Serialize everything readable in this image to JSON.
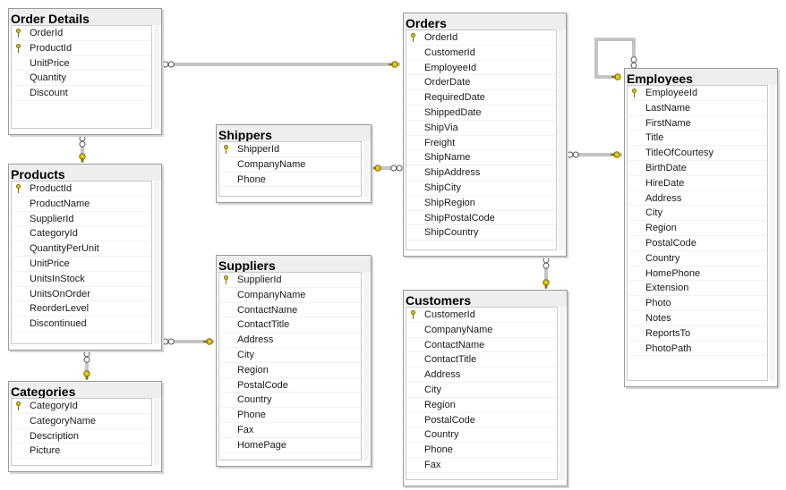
{
  "tables": {
    "order_details": {
      "name": "Order Details",
      "columns": [
        {
          "label": "OrderId",
          "pk": true
        },
        {
          "label": "ProductId",
          "pk": true
        },
        {
          "label": "UnitPrice",
          "pk": false
        },
        {
          "label": "Quantity",
          "pk": false
        },
        {
          "label": "Discount",
          "pk": false
        }
      ]
    },
    "orders": {
      "name": "Orders",
      "columns": [
        {
          "label": "OrderId",
          "pk": true
        },
        {
          "label": "CustomerId",
          "pk": false
        },
        {
          "label": "EmployeeId",
          "pk": false
        },
        {
          "label": "OrderDate",
          "pk": false
        },
        {
          "label": "RequiredDate",
          "pk": false
        },
        {
          "label": "ShippedDate",
          "pk": false
        },
        {
          "label": "ShipVia",
          "pk": false
        },
        {
          "label": "Freight",
          "pk": false
        },
        {
          "label": "ShipName",
          "pk": false
        },
        {
          "label": "ShipAddress",
          "pk": false
        },
        {
          "label": "ShipCity",
          "pk": false
        },
        {
          "label": "ShipRegion",
          "pk": false
        },
        {
          "label": "ShipPostalCode",
          "pk": false
        },
        {
          "label": "ShipCountry",
          "pk": false
        }
      ]
    },
    "employees": {
      "name": "Employees",
      "columns": [
        {
          "label": "EmployeeId",
          "pk": true
        },
        {
          "label": "LastName",
          "pk": false
        },
        {
          "label": "FirstName",
          "pk": false
        },
        {
          "label": "Title",
          "pk": false
        },
        {
          "label": "TitleOfCourtesy",
          "pk": false
        },
        {
          "label": "BirthDate",
          "pk": false
        },
        {
          "label": "HireDate",
          "pk": false
        },
        {
          "label": "Address",
          "pk": false
        },
        {
          "label": "City",
          "pk": false
        },
        {
          "label": "Region",
          "pk": false
        },
        {
          "label": "PostalCode",
          "pk": false
        },
        {
          "label": "Country",
          "pk": false
        },
        {
          "label": "HomePhone",
          "pk": false
        },
        {
          "label": "Extension",
          "pk": false
        },
        {
          "label": "Photo",
          "pk": false
        },
        {
          "label": "Notes",
          "pk": false
        },
        {
          "label": "ReportsTo",
          "pk": false
        },
        {
          "label": "PhotoPath",
          "pk": false
        }
      ]
    },
    "shippers": {
      "name": "Shippers",
      "columns": [
        {
          "label": "ShipperId",
          "pk": true
        },
        {
          "label": "CompanyName",
          "pk": false
        },
        {
          "label": "Phone",
          "pk": false
        }
      ]
    },
    "products": {
      "name": "Products",
      "columns": [
        {
          "label": "ProductId",
          "pk": true
        },
        {
          "label": "ProductName",
          "pk": false
        },
        {
          "label": "SupplierId",
          "pk": false
        },
        {
          "label": "CategoryId",
          "pk": false
        },
        {
          "label": "QuantityPerUnit",
          "pk": false
        },
        {
          "label": "UnitPrice",
          "pk": false
        },
        {
          "label": "UnitsInStock",
          "pk": false
        },
        {
          "label": "UnitsOnOrder",
          "pk": false
        },
        {
          "label": "ReorderLevel",
          "pk": false
        },
        {
          "label": "Discontinued",
          "pk": false
        }
      ]
    },
    "suppliers": {
      "name": "Suppliers",
      "columns": [
        {
          "label": "SupplierId",
          "pk": true
        },
        {
          "label": "CompanyName",
          "pk": false
        },
        {
          "label": "ContactName",
          "pk": false
        },
        {
          "label": "ContactTitle",
          "pk": false
        },
        {
          "label": "Address",
          "pk": false
        },
        {
          "label": "City",
          "pk": false
        },
        {
          "label": "Region",
          "pk": false
        },
        {
          "label": "PostalCode",
          "pk": false
        },
        {
          "label": "Country",
          "pk": false
        },
        {
          "label": "Phone",
          "pk": false
        },
        {
          "label": "Fax",
          "pk": false
        },
        {
          "label": "HomePage",
          "pk": false
        }
      ]
    },
    "customers": {
      "name": "Customers",
      "columns": [
        {
          "label": "CustomerId",
          "pk": true
        },
        {
          "label": "CompanyName",
          "pk": false
        },
        {
          "label": "ContactName",
          "pk": false
        },
        {
          "label": "ContactTitle",
          "pk": false
        },
        {
          "label": "Address",
          "pk": false
        },
        {
          "label": "City",
          "pk": false
        },
        {
          "label": "Region",
          "pk": false
        },
        {
          "label": "PostalCode",
          "pk": false
        },
        {
          "label": "Country",
          "pk": false
        },
        {
          "label": "Phone",
          "pk": false
        },
        {
          "label": "Fax",
          "pk": false
        }
      ]
    },
    "categories": {
      "name": "Categories",
      "columns": [
        {
          "label": "CategoryId",
          "pk": true
        },
        {
          "label": "CategoryName",
          "pk": false
        },
        {
          "label": "Description",
          "pk": false
        },
        {
          "label": "Picture",
          "pk": false
        }
      ]
    }
  },
  "relationships": [
    {
      "name": "order-details-to-orders",
      "from": "Order Details",
      "to": "Orders"
    },
    {
      "name": "order-details-to-products",
      "from": "Order Details",
      "to": "Products"
    },
    {
      "name": "orders-to-shippers",
      "from": "Orders",
      "to": "Shippers"
    },
    {
      "name": "orders-to-employees",
      "from": "Orders",
      "to": "Employees"
    },
    {
      "name": "orders-to-customers",
      "from": "Orders",
      "to": "Customers"
    },
    {
      "name": "products-to-suppliers",
      "from": "Products",
      "to": "Suppliers"
    },
    {
      "name": "products-to-categories",
      "from": "Products",
      "to": "Categories"
    },
    {
      "name": "employees-reports-to",
      "from": "Employees",
      "to": "Employees"
    }
  ],
  "colors": {
    "key": "#e8c800",
    "line": "#8a8a8a",
    "title_bar": "#eeeeee"
  }
}
